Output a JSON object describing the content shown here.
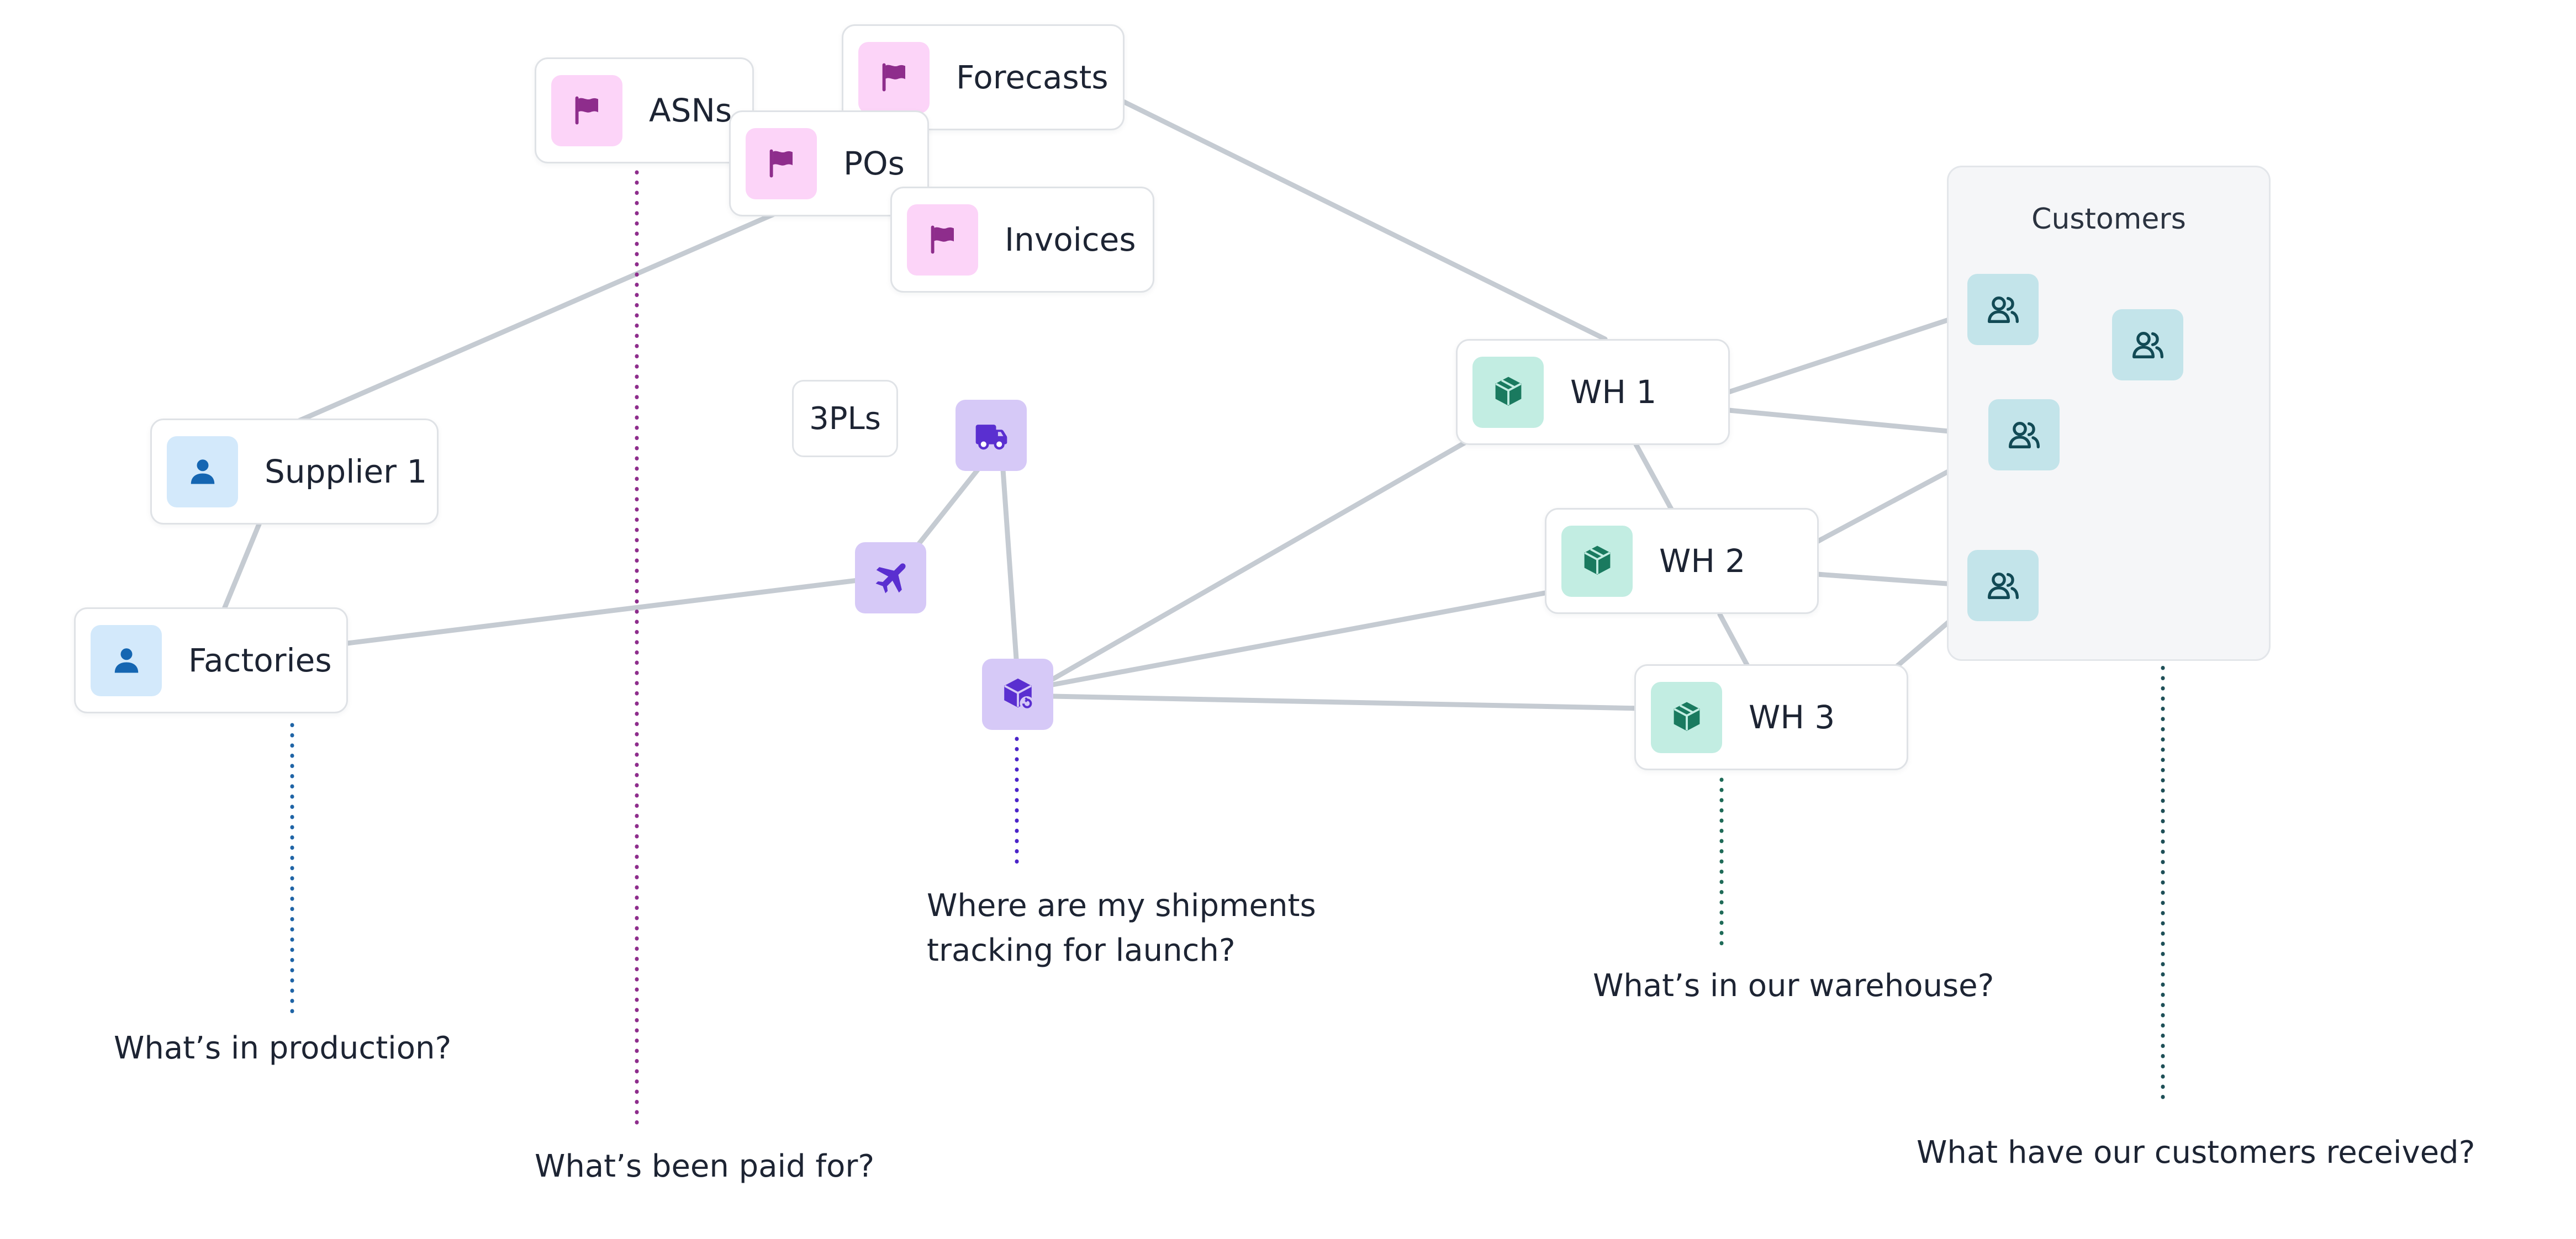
{
  "diagram": {
    "customers_group": {
      "title": "Customers"
    },
    "nodes": {
      "asns": {
        "label": "ASNs",
        "icon": "flag-icon"
      },
      "forecasts": {
        "label": "Forecasts",
        "icon": "flag-icon"
      },
      "pos": {
        "label": "POs",
        "icon": "flag-icon"
      },
      "invoices": {
        "label": "Invoices",
        "icon": "flag-icon"
      },
      "supplier_1": {
        "label": "Supplier 1",
        "icon": "person-icon"
      },
      "factories": {
        "label": "Factories",
        "icon": "person-icon"
      },
      "wh_1": {
        "label": "WH 1",
        "icon": "package-icon"
      },
      "wh_2": {
        "label": "WH 2",
        "icon": "package-icon"
      },
      "wh_3": {
        "label": "WH 3",
        "icon": "package-icon"
      },
      "three_pls": {
        "label": "3PLs"
      }
    },
    "icon_nodes": {
      "truck": {
        "icon": "truck-icon"
      },
      "airplane": {
        "icon": "airplane-icon"
      },
      "box_return": {
        "icon": "box-return-icon"
      },
      "customer_a": {
        "icon": "users-icon"
      },
      "customer_b": {
        "icon": "users-icon"
      },
      "customer_c": {
        "icon": "users-icon"
      },
      "customer_d": {
        "icon": "users-icon"
      }
    },
    "questions": {
      "production": "What’s in production?",
      "paid": "What’s been paid for?",
      "shipments_line1": "Where are my shipments",
      "shipments_line2": "tracking for launch?",
      "warehouse": "What’s in our warehouse?",
      "customers": "What have our customers received?"
    },
    "colors": {
      "edge": "#c5cbd2",
      "doc_tile": "#fcd4f8",
      "doc_icon": "#8e2d8c",
      "person_tile": "#d3e9fb",
      "person_icon": "#1566b2",
      "wh_tile": "#c2ede2",
      "wh_icon": "#1a7a5f",
      "three_pl_tile": "#d6c9f7",
      "three_pl_icon": "#5a2fd0",
      "customer_tile": "#c3e4ea",
      "customer_icon": "#124a55",
      "dotted_blue": "#1f64a6",
      "dotted_magenta": "#8e2d8c",
      "dotted_purple": "#4b24c9",
      "dotted_green": "#1f6b58",
      "dotted_teal": "#1e4f57"
    }
  }
}
